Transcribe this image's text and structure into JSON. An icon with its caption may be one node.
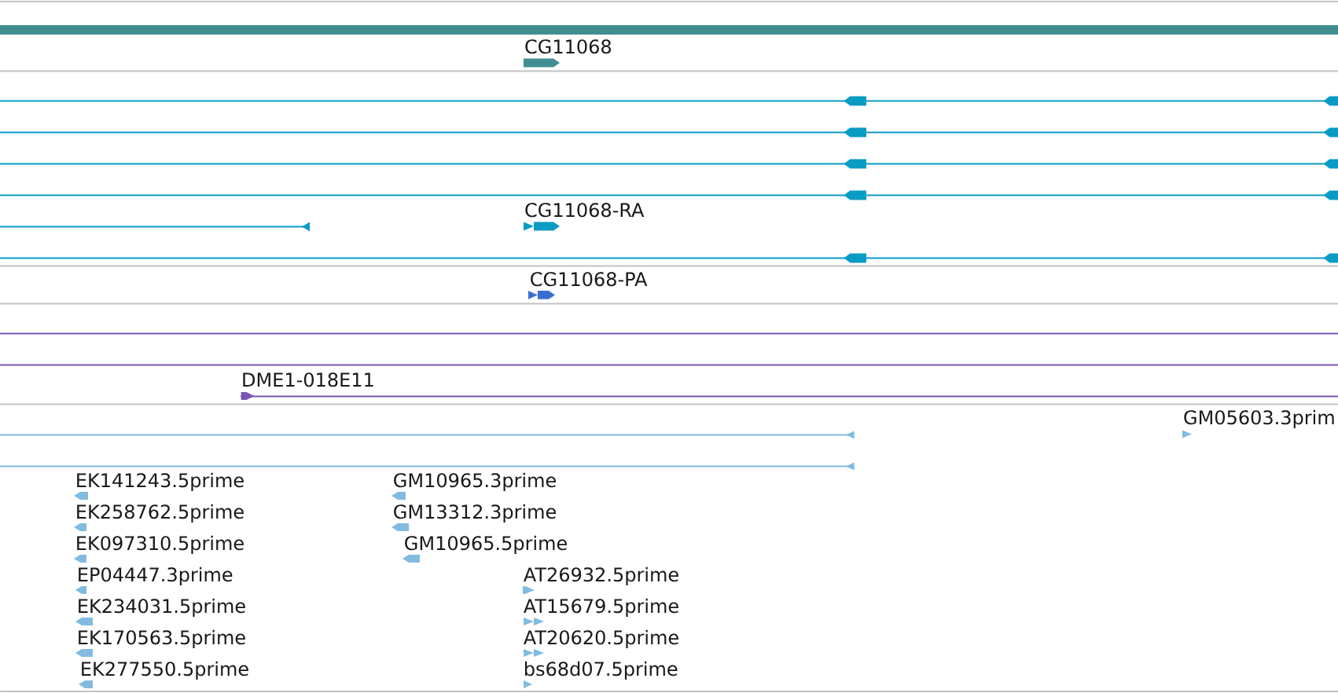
{
  "diagram": {
    "labels": [
      "CG11068",
      "CG11068-RA",
      "CG11068-PA",
      "DME1-018E11",
      "GM05603.3prim",
      "EK141243.5prime",
      "GM10965.3prime",
      "EK258762.5prime",
      "GM13312.3prime",
      "EK097310.5prime",
      "GM10965.5prime",
      "EP04447.3prime",
      "AT26932.5prime",
      "EK234031.5prime",
      "AT15679.5prime",
      "EK170563.5prime",
      "AT20620.5prime",
      "EK277550.5prime",
      "bs68d07.5prime"
    ]
  }
}
